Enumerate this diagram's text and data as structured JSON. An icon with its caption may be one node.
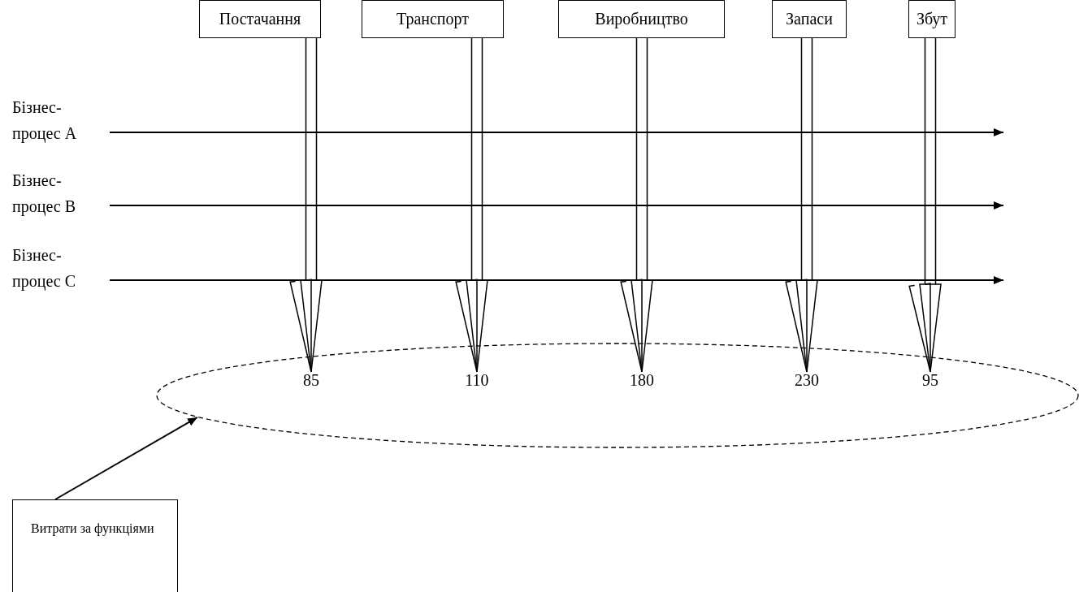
{
  "diagram": {
    "nodes": [
      {
        "text": [
          "Постачання"
        ]
      },
      {
        "text": [
          "Транспорт"
        ]
      },
      {
        "text": [
          "Виробництво"
        ]
      },
      {
        "text": [
          "Запаси"
        ]
      },
      {
        "text": [
          "Збут"
        ]
      },
      {
        "text": [
          "Бізнес- процес A"
        ]
      },
      {
        "text": [
          "Бізнес- процес B"
        ]
      },
      {
        "text": [
          "Бізнес- процес C"
        ]
      },
      {
        "text": [],
        "shape": "ellipse"
      },
      {
        "text": [
          "85"
        ],
        "in": 8
      },
      {
        "text": [
          "110"
        ],
        "in": 8
      },
      {
        "text": [
          "180"
        ],
        "in": 8
      },
      {
        "text": [
          "230"
        ],
        "in": 8
      },
      {
        "text": [
          "95"
        ],
        "in": 8
      },
      {
        "text": [
          "Витрати за функціями"
        ]
      }
    ],
    "edges": [
      {
        "from": 0,
        "to": 9,
        "arrow": "to"
      },
      {
        "from": 1,
        "to": 10,
        "arrow": "to"
      },
      {
        "from": 2,
        "to": 11,
        "arrow": "to"
      },
      {
        "from": 3,
        "to": 12,
        "arrow": "to"
      },
      {
        "from": 4,
        "to": 13,
        "arrow": "to"
      },
      {
        "from": 5,
        "to": null,
        "arrow": "to"
      },
      {
        "from": 6,
        "to": null,
        "arrow": "to"
      },
      {
        "from": 7,
        "to": null,
        "arrow": "to"
      },
      {
        "from": 14,
        "to": 8,
        "arrow": "to"
      }
    ]
  }
}
